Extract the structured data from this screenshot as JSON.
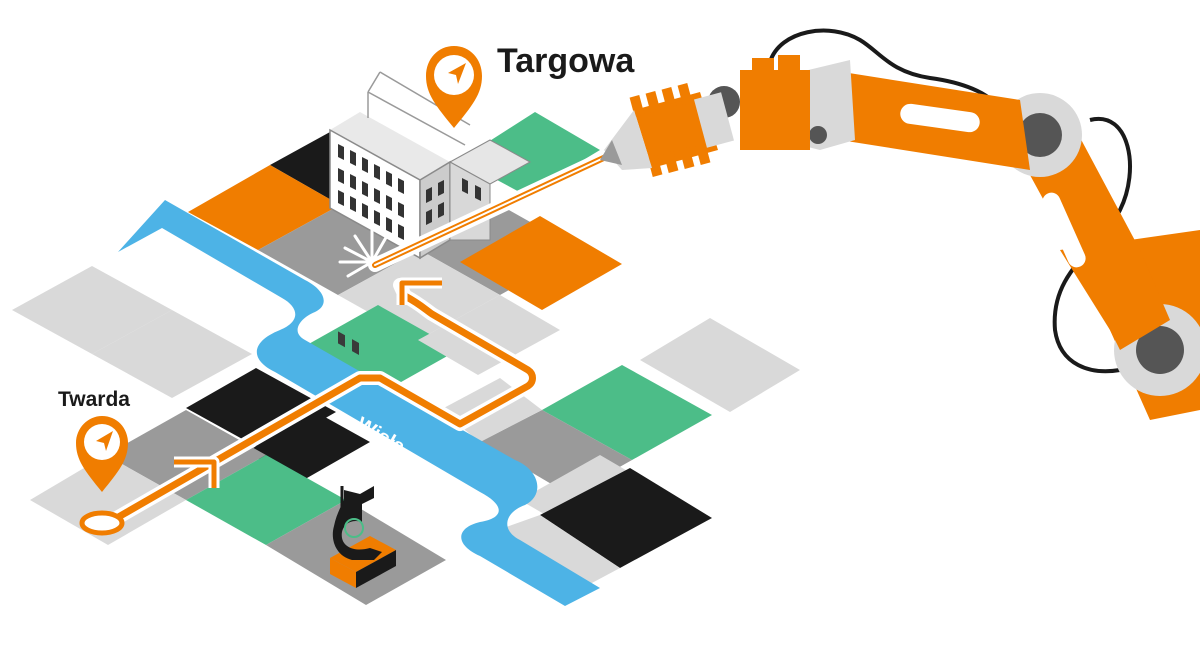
{
  "labels": {
    "destination": "Targowa",
    "origin": "Twarda",
    "river": "Wisła"
  },
  "colors": {
    "orange": "#f07d00",
    "green": "#4cbd88",
    "light_gray": "#d9d9d9",
    "mid_gray": "#9a9a9a",
    "dark_gray": "#7a7a7a",
    "black": "#1a1a1a",
    "river": "#4db3e6",
    "robot_gray": "#cfcfcf",
    "robot_joint": "#555555",
    "white": "#ffffff"
  },
  "icons": {
    "destination_pin": "location-pin-navigation-icon",
    "origin_pin": "location-pin-navigation-icon",
    "monument": "syrenka-monument-icon",
    "robot": "robotic-arm-icon",
    "building": "tenement-building-icon"
  }
}
